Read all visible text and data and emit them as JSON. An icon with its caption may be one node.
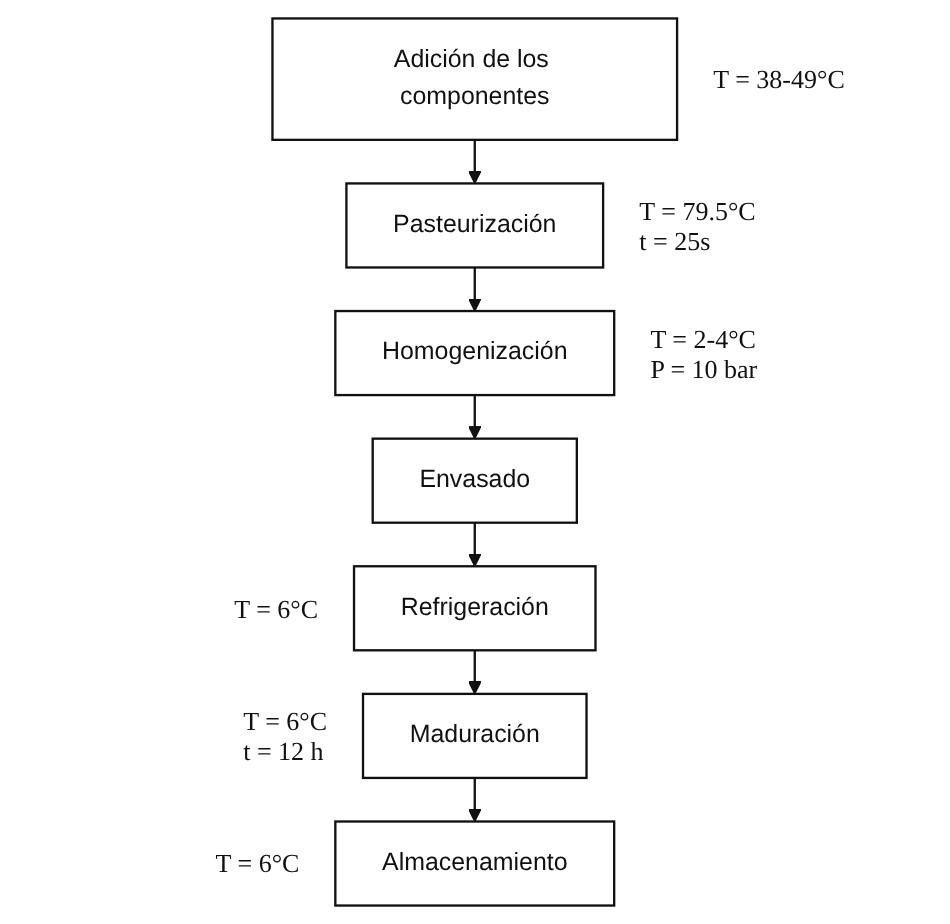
{
  "diagram": {
    "nodes": [
      {
        "text": [
          "Adición de los componentes"
        ],
        "beside": [
          "T = 38-49°C"
        ]
      },
      {
        "text": [
          "Pasteurización"
        ],
        "beside": [
          "T = 79.5°C",
          "t = 25s"
        ]
      },
      {
        "text": [
          "Homogenización"
        ],
        "beside": [
          "T = 2-4°C",
          "P = 10 bar"
        ]
      },
      {
        "text": [
          "Envasado"
        ]
      },
      {
        "text": [
          "Refrigeración"
        ],
        "beside": [
          "T = 6°C"
        ]
      },
      {
        "text": [
          "Maduración"
        ],
        "beside": [
          "T = 6°C",
          "t = 12 h"
        ]
      },
      {
        "text": [
          "Almacenamiento"
        ],
        "beside": [
          "T = 6°C"
        ]
      }
    ],
    "edges": [
      {
        "from": 0,
        "to": 1,
        "arrow": "to"
      },
      {
        "from": 1,
        "to": 2,
        "arrow": "to"
      },
      {
        "from": 2,
        "to": 3,
        "arrow": "to"
      },
      {
        "from": 3,
        "to": 4,
        "arrow": "to"
      },
      {
        "from": 4,
        "to": 5,
        "arrow": "to"
      },
      {
        "from": 5,
        "to": 6,
        "arrow": "to"
      }
    ]
  }
}
